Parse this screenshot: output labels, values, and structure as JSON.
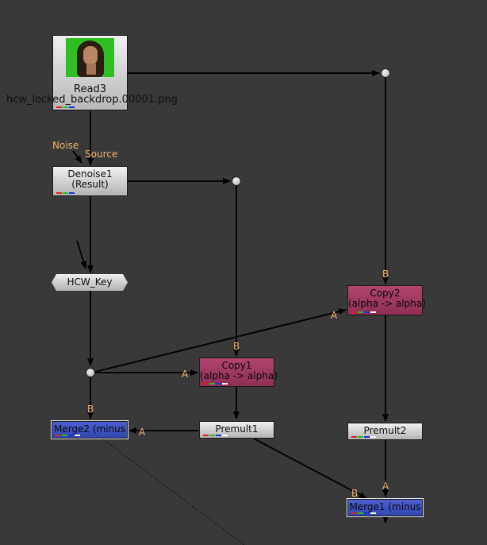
{
  "nodes": {
    "read": {
      "label": "Read3",
      "file": "hcw_locked_backdrop.00001.png"
    },
    "denoise": {
      "label": "Denoise1",
      "sublabel": "(Result)"
    },
    "key": {
      "label": "HCW_Key"
    },
    "copy2": {
      "label": "Copy2",
      "sublabel": "(alpha -> alpha)"
    },
    "copy1": {
      "label": "Copy1",
      "sublabel": "(alpha -> alpha)"
    },
    "merge2": {
      "label": "Merge2 (minus"
    },
    "premult1": {
      "label": "Premult1"
    },
    "premult2": {
      "label": "Premult2"
    },
    "merge1": {
      "label": "Merge1 (minus"
    }
  },
  "inputs": {
    "noise": "Noise",
    "source": "Source",
    "copy2_b": "B",
    "copy2_a": "A",
    "copy1_b": "B",
    "copy1_a": "A",
    "merge2_b": "B",
    "merge2_a": "A",
    "merge1_b": "B",
    "merge1_a": "A"
  },
  "colors": {
    "background": "#393939",
    "copy_node": "#9a3660",
    "merge_node": "#3c4fbf",
    "label": "#f0b36a"
  }
}
